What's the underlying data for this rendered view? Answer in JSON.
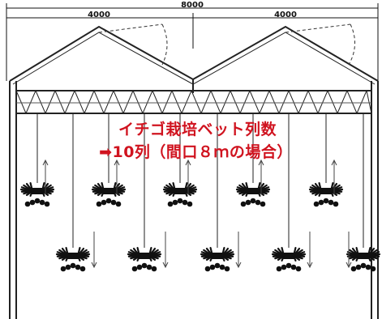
{
  "dimensions": {
    "total": "8000",
    "left_span": "4000",
    "right_span": "4000"
  },
  "annotation": {
    "line1": "イチゴ栽培ベット列数",
    "line2": "➡10列（間口８ｍの場合）"
  },
  "annotation_color": "#d0131f",
  "rows": {
    "count": 10,
    "upper": [
      {
        "index": 1,
        "arrow": "up"
      },
      {
        "index": 3,
        "arrow": "up"
      },
      {
        "index": 5,
        "arrow": "up"
      },
      {
        "index": 7,
        "arrow": "up"
      },
      {
        "index": 9,
        "arrow": "up"
      }
    ],
    "lower": [
      {
        "index": 2,
        "arrow": "down"
      },
      {
        "index": 4,
        "arrow": "down"
      },
      {
        "index": 6,
        "arrow": "down"
      },
      {
        "index": 8,
        "arrow": "down"
      },
      {
        "index": 10,
        "arrow": "down"
      }
    ]
  }
}
